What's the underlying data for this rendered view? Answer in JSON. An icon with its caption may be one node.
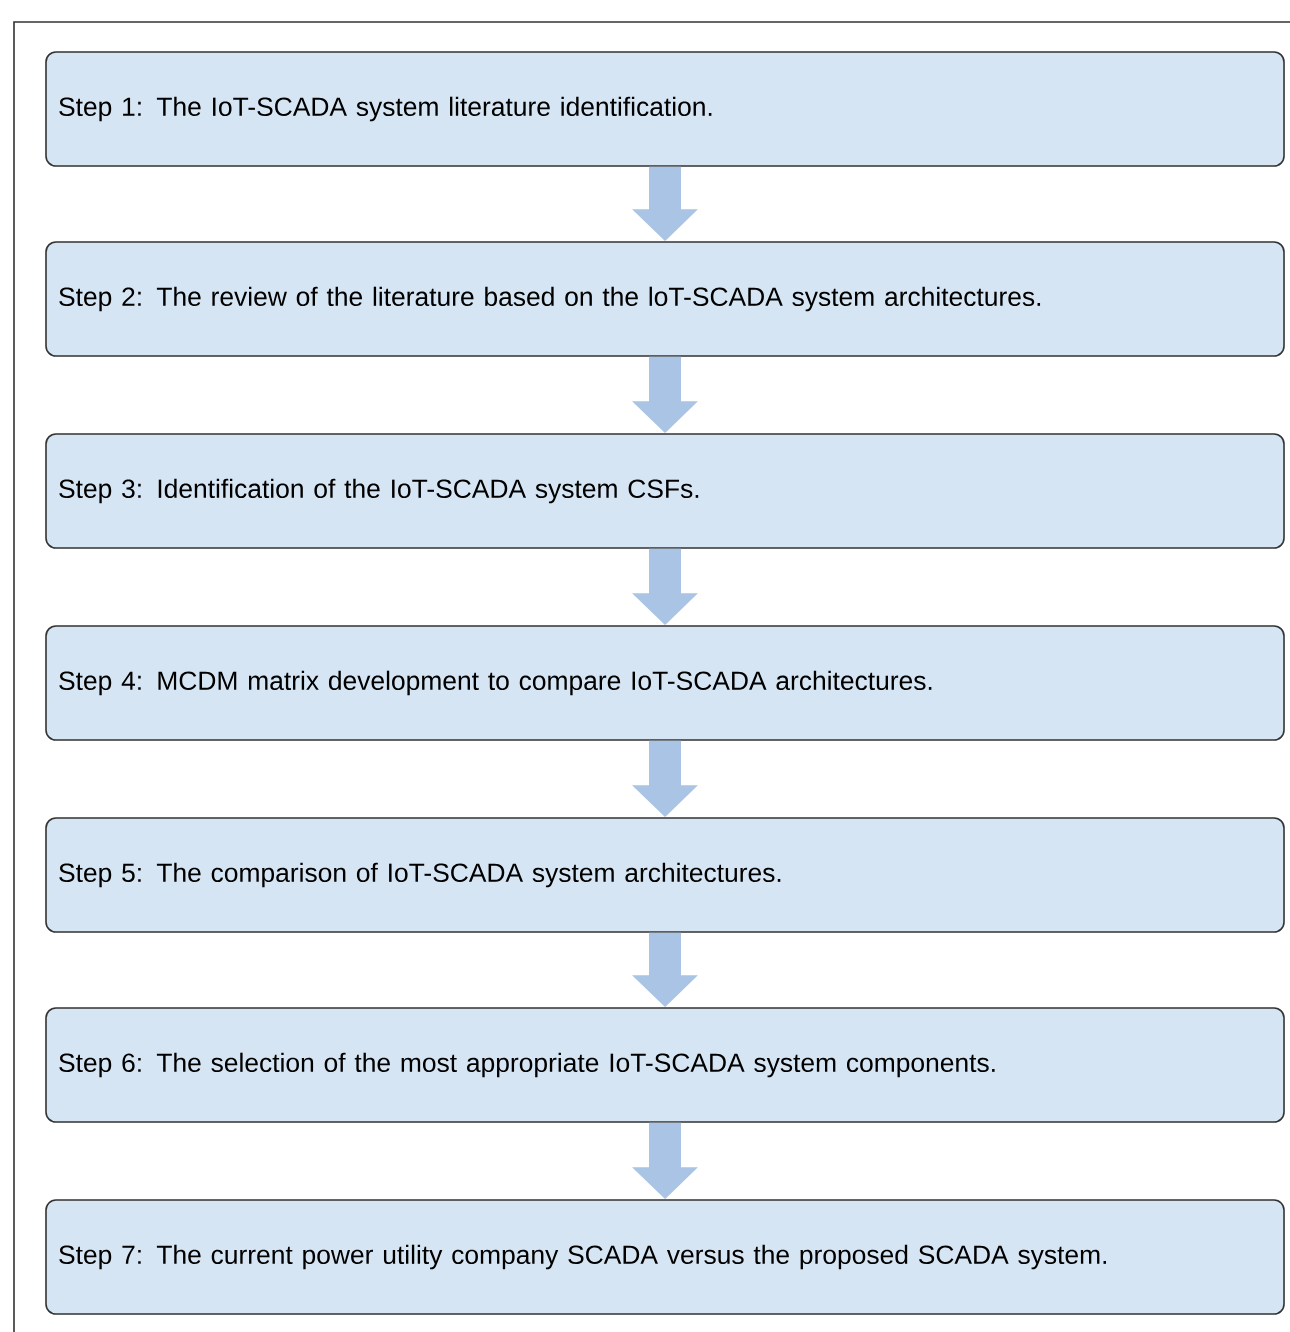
{
  "diagram": {
    "nodes": [
      {
        "text": [
          "Step 1: The IoT-SCADA system literature identification."
        ]
      },
      {
        "text": [
          "Step 2: The review of the literature based on the loT-SCADA system architectures."
        ]
      },
      {
        "text": [
          "Step 3: Identification of the IoT-SCADA system CSFs."
        ]
      },
      {
        "text": [
          "Step 4: MCDM matrix development to compare IoT-SCADA architectures."
        ]
      },
      {
        "text": [
          "Step 5: The comparison of IoT-SCADA system architectures."
        ]
      },
      {
        "text": [
          "Step 6: The selection of the most appropriate IoT-SCADA system components."
        ]
      },
      {
        "text": [
          "Step 7: The current power utility company SCADA versus the proposed SCADA system."
        ]
      }
    ],
    "edges": [
      {
        "from": 0,
        "to": 1,
        "arrow": "to"
      },
      {
        "from": 1,
        "to": 2,
        "arrow": "to"
      },
      {
        "from": 2,
        "to": 3,
        "arrow": "to"
      },
      {
        "from": 3,
        "to": 4,
        "arrow": "to"
      },
      {
        "from": 4,
        "to": 5,
        "arrow": "to"
      },
      {
        "from": 5,
        "to": 6,
        "arrow": "to"
      }
    ]
  }
}
